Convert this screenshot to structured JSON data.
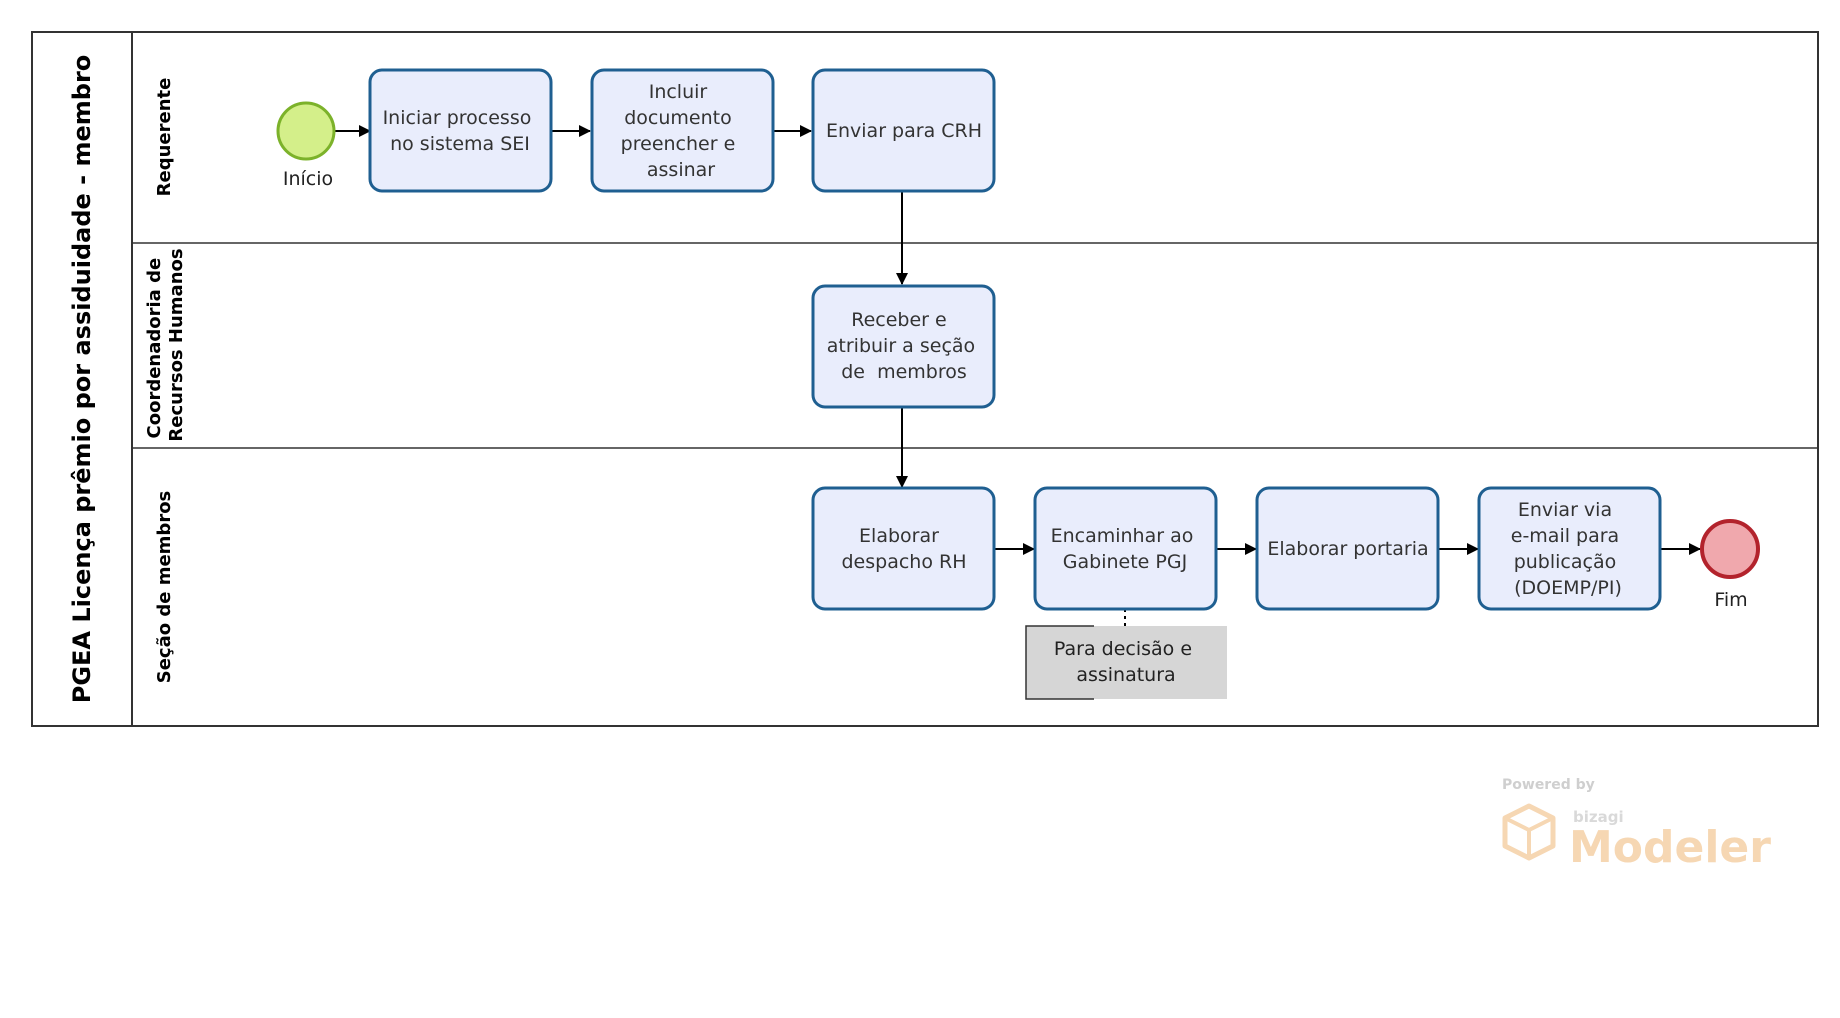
{
  "pool": {
    "title": "PGEA Licença prêmio por assiduidade - membro"
  },
  "lanes": {
    "requerente": [
      "Requerente"
    ],
    "crh": [
      "Coordenadoria de",
      "Recursos Humanos"
    ],
    "secao": [
      "Seção de membros"
    ]
  },
  "events": {
    "start": "Início",
    "end": "Fim"
  },
  "tasks": {
    "t1": [
      "Iniciar processo",
      "no sistema SEI"
    ],
    "t2": [
      "Incluir",
      "documento",
      "preencher e",
      "assinar"
    ],
    "t3": [
      "Enviar para CRH"
    ],
    "t4": [
      "Receber e",
      "atribuir a seção",
      "de  membros"
    ],
    "t5": [
      "Elaborar",
      "despacho RH"
    ],
    "t6": [
      "Encaminhar ao",
      "Gabinete PGJ"
    ],
    "t7": [
      "Elaborar portaria"
    ],
    "t8": [
      "Enviar via",
      "e-mail para",
      "publicação",
      "(DOEMP/PI)"
    ]
  },
  "annotation": [
    "Para decisão e",
    "assinatura"
  ],
  "colors": {
    "task_fill": "#e9edfc",
    "task_stroke": "#1f5f91",
    "start_fill": "#d4ef8a",
    "start_stroke": "#7cb22a",
    "end_fill": "#f0a8ad",
    "end_stroke": "#b3232c",
    "annotation_fill": "#d6d6d6"
  },
  "watermark": {
    "powered_by": "Powered by",
    "brand": "bizagi",
    "product": "Modeler"
  }
}
